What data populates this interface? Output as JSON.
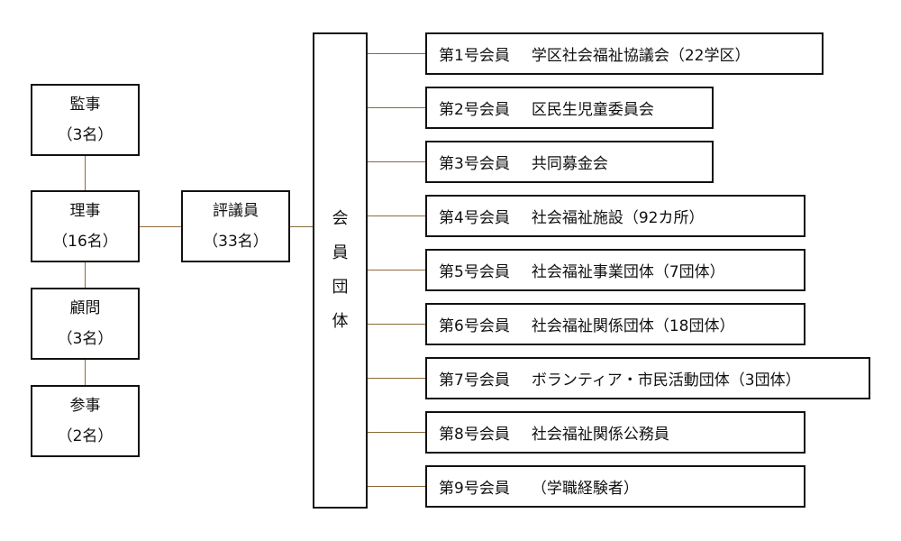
{
  "roles": {
    "auditor": {
      "title": "監事",
      "count": "（3名）"
    },
    "director": {
      "title": "理事",
      "count": "（16名）"
    },
    "advisor": {
      "title": "顧問",
      "count": "（3名）"
    },
    "counselor": {
      "title": "参事",
      "count": "（2名）"
    },
    "trustee": {
      "title": "評議員",
      "count": "（33名）"
    }
  },
  "member_group": {
    "chars": [
      "会",
      "員",
      "団",
      "体"
    ]
  },
  "members": [
    {
      "num": "第1号会員",
      "desc": "学区社会福祉協議会（22学区）"
    },
    {
      "num": "第2号会員",
      "desc": "区民生児童委員会"
    },
    {
      "num": "第3号会員",
      "desc": "共同募金会"
    },
    {
      "num": "第4号会員",
      "desc": "社会福祉施設（92カ所）"
    },
    {
      "num": "第5号会員",
      "desc": "社会福祉事業団体（7団体）"
    },
    {
      "num": "第6号会員",
      "desc": "社会福祉関係団体（18団体）"
    },
    {
      "num": "第7号会員",
      "desc": "ボランティア・市民活動団体（3団体）"
    },
    {
      "num": "第8号会員",
      "desc": "社会福祉関係公務員"
    },
    {
      "num": "第9号会員",
      "desc": "（学職経験者）"
    }
  ],
  "colors": {
    "connector": "#8b6a3a",
    "border": "#111111"
  }
}
